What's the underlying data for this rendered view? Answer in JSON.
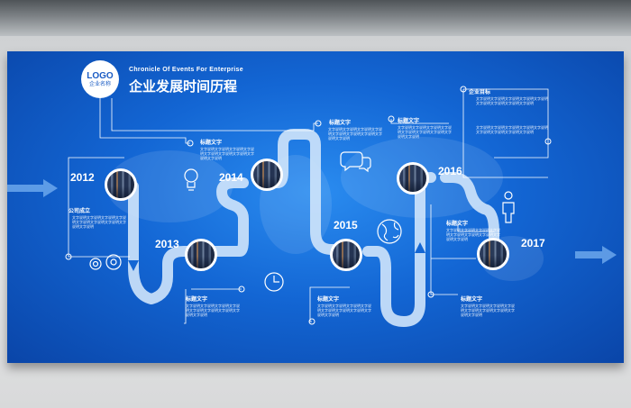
{
  "header": {
    "logo": "LOGO",
    "company": "企业名称",
    "subtitle_en": "Chronicle Of Events For Enterprise",
    "title_cn": "企业发展时间历程"
  },
  "milestones": [
    {
      "year": "2012"
    },
    {
      "year": "2013"
    },
    {
      "year": "2014"
    },
    {
      "year": "2015"
    },
    {
      "year": "2016"
    },
    {
      "year": "2017"
    }
  ],
  "blocks": {
    "goal_title": "企业目标",
    "goal_text_1": "文字说明文字说明文字说明文字说明文字说明文字说明文字说明文字说明文字说明",
    "goal_text_2": "文字说明文字说明文字说明文字说明文字说明文字说明文字说明文字说明文字说明",
    "founded_title": "公司成立",
    "founded_text": "文字说明文字说明文字说明文字说明文字说明文字说明文字说明文字说明文字说明",
    "topic_title": "标题文字",
    "topic_text": "文字说明文字说明文字说明文字说明文字说明文字说明文字说明文字说明文字说明"
  },
  "icons": [
    "lightbulb-icon",
    "gears-icon",
    "clock-icon",
    "chat-icon",
    "globe-icon",
    "person-icon"
  ],
  "colors": {
    "board_blue": "#1366d4",
    "path_light": "#cfe4fb",
    "line_white": "#ffffff"
  }
}
